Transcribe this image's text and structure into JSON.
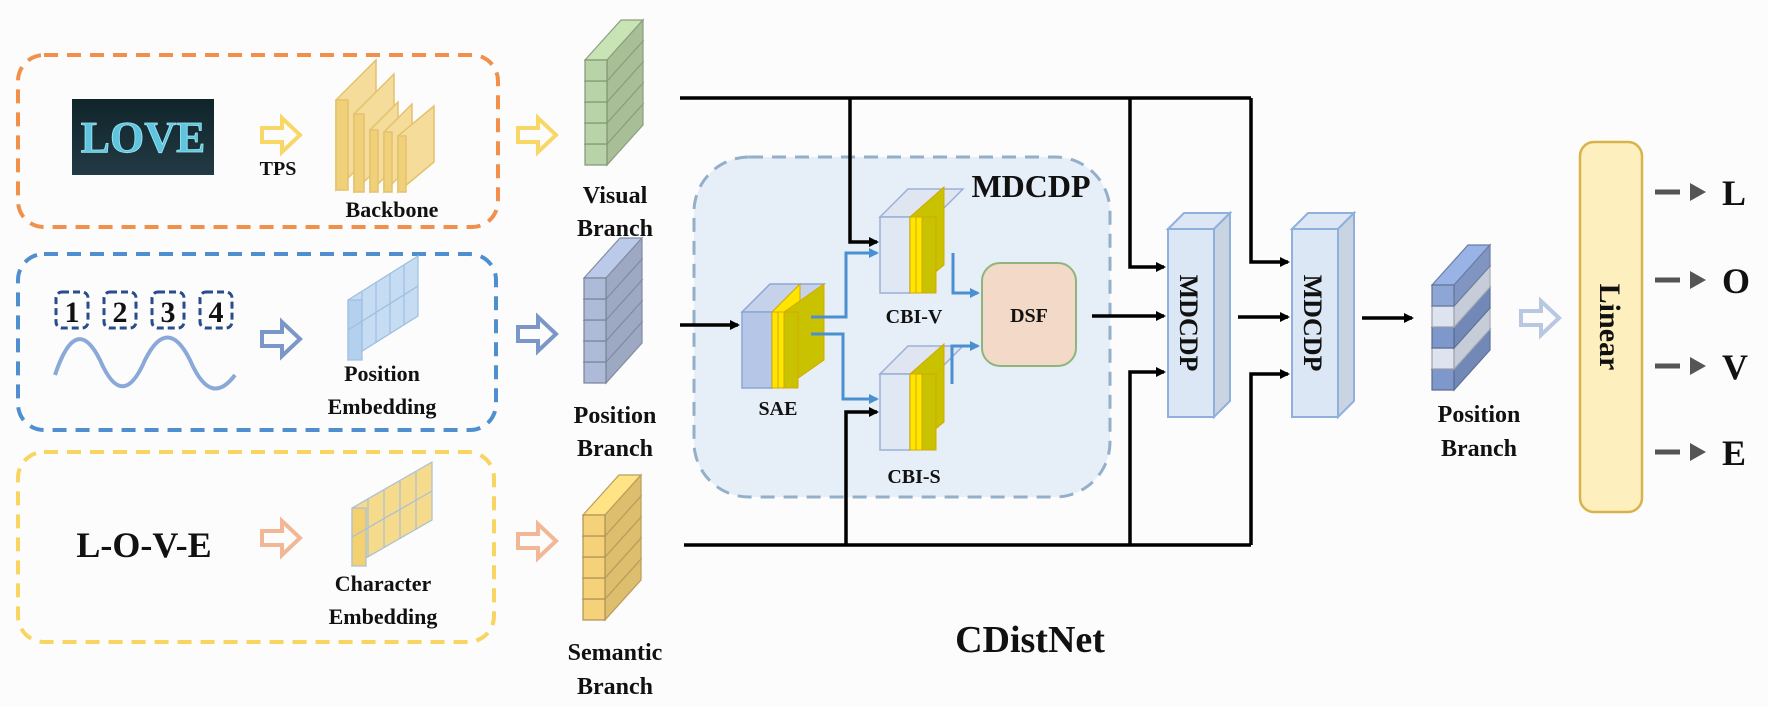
{
  "title": "CDistNet",
  "input_panels": {
    "visual": {
      "image_text": "LOVE",
      "arrow_label": "TPS",
      "module_label": "Backbone",
      "border_color": "#f0904a"
    },
    "position": {
      "indices": [
        "1",
        "2",
        "3",
        "4"
      ],
      "module_label_line1": "Position",
      "module_label_line2": "Embedding",
      "border_color": "#4f8fd0"
    },
    "semantic": {
      "text": "L-O-V-E",
      "module_label_line1": "Character",
      "module_label_line2": "Embedding",
      "border_color": "#f7d560"
    }
  },
  "branches": {
    "visual": {
      "line1": "Visual",
      "line2": "Branch",
      "color": "#b9d3a8"
    },
    "position": {
      "line1": "Position",
      "line2": "Branch",
      "color": "#aebbd8"
    },
    "semantic": {
      "line1": "Semantic",
      "line2": "Branch",
      "color": "#f5d27a"
    }
  },
  "mdcdp_block": {
    "title": "MDCDP",
    "sae_label": "SAE",
    "cbi_v_label": "CBI-V",
    "cbi_s_label": "CBI-S",
    "dsf_label": "DSF"
  },
  "stacked_modules": [
    {
      "label": "MDCDP"
    },
    {
      "label": "MDCDP"
    }
  ],
  "output": {
    "branch_line1": "Position",
    "branch_line2": "Branch",
    "linear_label": "Linear",
    "characters": [
      "L",
      "O",
      "V",
      "E"
    ]
  }
}
